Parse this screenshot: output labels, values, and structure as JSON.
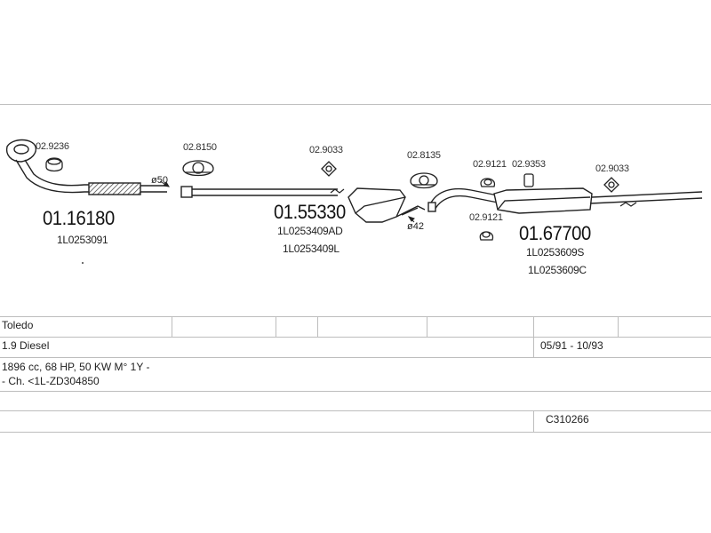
{
  "parts": {
    "front_pipe": {
      "part_no": "01.16180",
      "oem": [
        "1L0253091"
      ]
    },
    "gasket_front": {
      "part_no": "02.9236"
    },
    "diameter_front": "ø50",
    "clamp_1": {
      "part_no": "02.8150"
    },
    "hanger_mid": {
      "part_no": "02.9033"
    },
    "middle_silencer": {
      "part_no": "01.55330",
      "oem": [
        "1L0253409AD",
        "1L0253409L"
      ]
    },
    "clamp_2": {
      "part_no": "02.8135"
    },
    "diameter_mid": "ø42",
    "hanger_rear_left": {
      "part_no": "02.9121"
    },
    "hanger_rear_mid": {
      "part_no": "02.9353"
    },
    "hanger_rear_low": {
      "part_no": "02.9121"
    },
    "hanger_rear_right": {
      "part_no": "02.9033"
    },
    "rear_silencer": {
      "part_no": "01.67700",
      "oem": [
        "1L0253609S",
        "1L0253609C"
      ]
    }
  },
  "vehicle": {
    "model": "Toledo",
    "engine": "1.9 Diesel",
    "period": "05/91 - 10/93",
    "spec": "1896 cc, 68 HP, 50 KW M° 1Y -",
    "chassis": "- Ch. <1L-ZD304850",
    "catalog_code": "C310266"
  }
}
